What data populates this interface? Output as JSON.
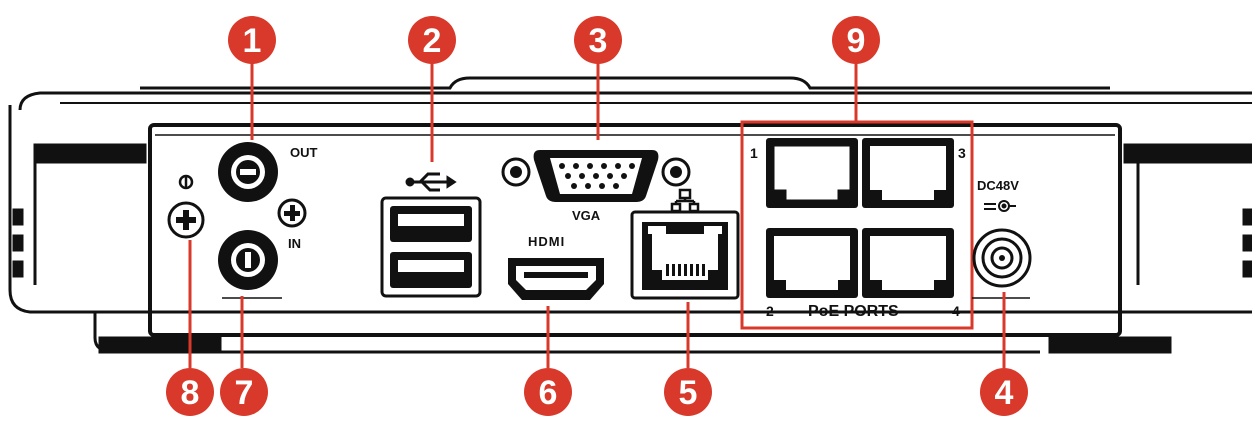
{
  "port_labels": {
    "audio_out": "OUT",
    "audio_in": "IN",
    "vga": "VGA",
    "hdmi": "HDMI",
    "dc_power": "DC48V",
    "poe_ports": "PoE PORTS",
    "poe_1": "1",
    "poe_2": "2",
    "poe_3": "3",
    "poe_4": "4"
  },
  "callouts": [
    "1",
    "2",
    "3",
    "4",
    "5",
    "6",
    "7",
    "8",
    "9"
  ],
  "colors": {
    "callout": "#d9392b",
    "outline": "#111111",
    "highlight_box": "#d9392b"
  }
}
